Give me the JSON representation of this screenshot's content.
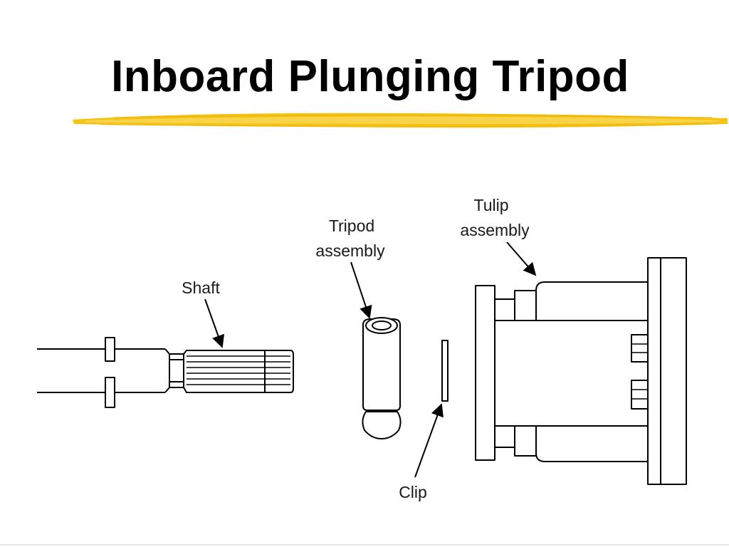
{
  "slide": {
    "title": "Inboard Plunging Tripod",
    "accent_color": "#F2B705"
  },
  "diagram": {
    "labels": {
      "shaft": "Shaft",
      "tripod_line1": "Tripod",
      "tripod_line2": "assembly",
      "tulip_line1": "Tulip",
      "tulip_line2": "assembly",
      "clip": "Clip"
    },
    "parts": [
      "shaft",
      "tripod-assembly",
      "clip",
      "tulip-assembly"
    ],
    "line_color": "#000000"
  }
}
